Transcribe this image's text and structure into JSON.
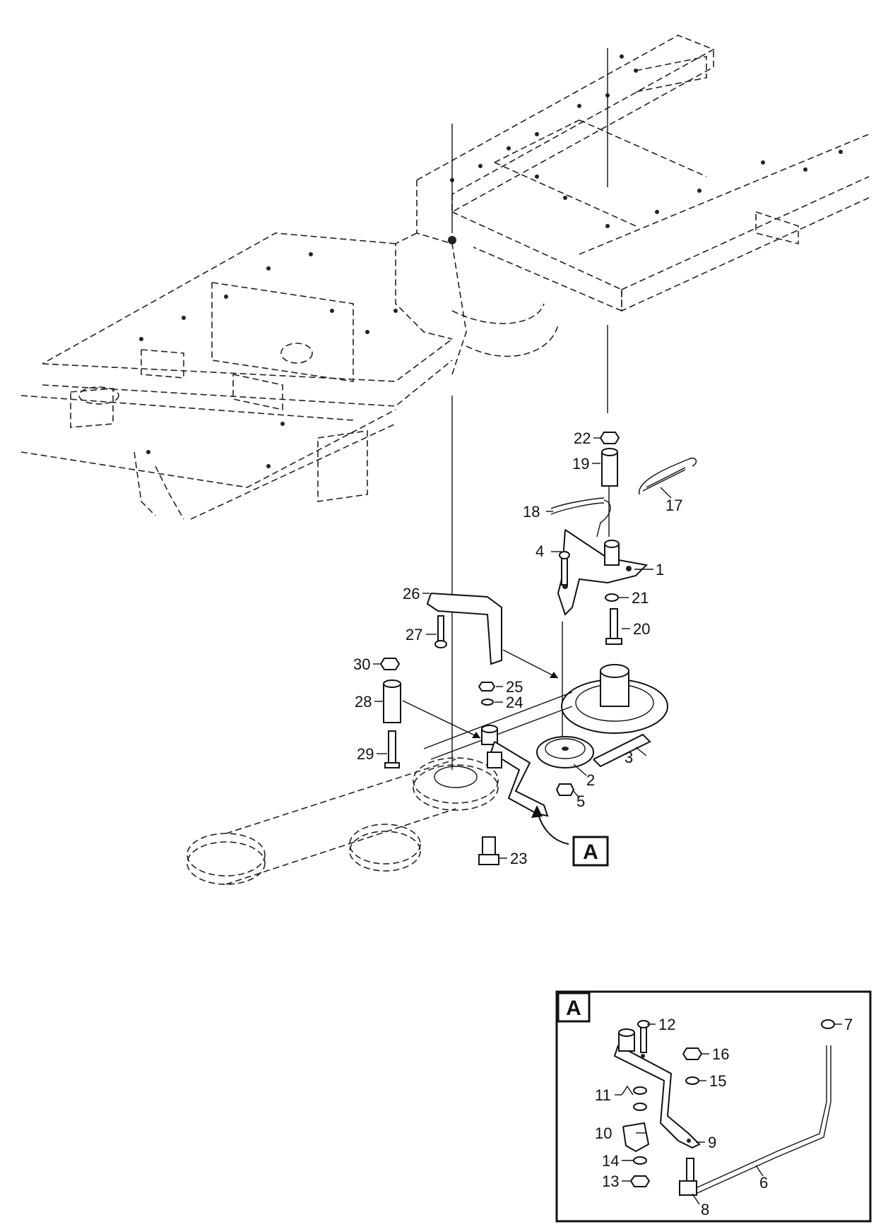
{
  "callouts": {
    "c1": "1",
    "c2": "2",
    "c3": "3",
    "c4": "4",
    "c5": "5",
    "c6": "6",
    "c7": "7",
    "c8": "8",
    "c9": "9",
    "c10": "10",
    "c11": "11",
    "c12": "12",
    "c13": "13",
    "c14": "14",
    "c15": "15",
    "c16": "16",
    "c17": "17",
    "c18": "18",
    "c19": "19",
    "c20": "20",
    "c21": "21",
    "c22": "22",
    "c23": "23",
    "c24": "24",
    "c25": "25",
    "c26": "26",
    "c27": "27",
    "c28": "28",
    "c29": "29",
    "c30": "30"
  },
  "detail": {
    "label": "A",
    "inset_label": "A"
  },
  "colors": {
    "ink": "#111111",
    "background": "#ffffff"
  }
}
